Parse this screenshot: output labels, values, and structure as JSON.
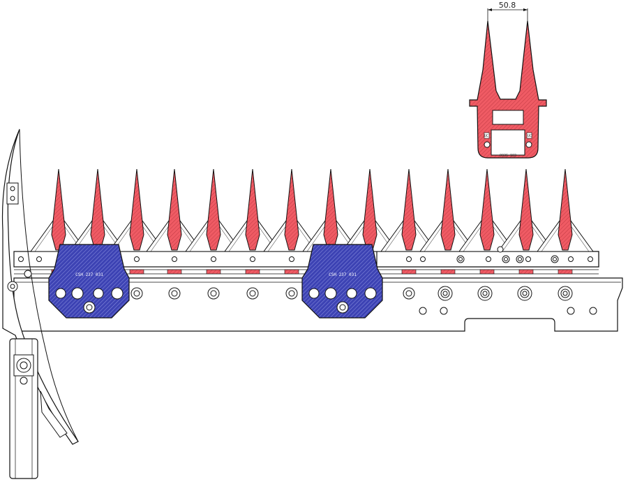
{
  "drawing": {
    "dimension_label": "50.8",
    "clip_labels": [
      "CSH 237 031",
      "CSH 237 031"
    ],
    "guard_part_label": "0036 183",
    "guard_tick_labels": [
      "UC",
      "UC"
    ],
    "colors": {
      "guard_fill": "#ef5b64",
      "guard_hatch": "#b52a35",
      "clip_fill": "#3d43b4",
      "clip_hatch": "#8e93e0",
      "line": "#111111",
      "background": "#ffffff"
    }
  }
}
